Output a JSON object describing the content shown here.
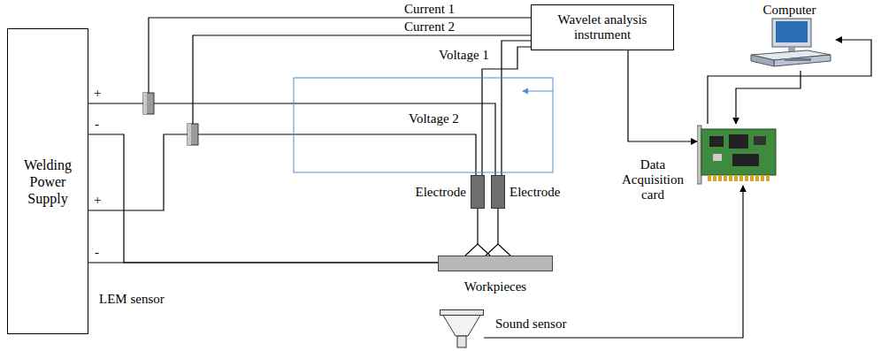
{
  "diagram": {
    "nodes": [
      {
        "text": [
          "Welding Power Supply"
        ]
      },
      {
        "text": [
          "Wavelet analysis instrument"
        ]
      },
      {
        "text": [
          "Computer"
        ]
      },
      {
        "text": [
          "Data Acquisition card"
        ]
      },
      {
        "text": [
          "Electrode"
        ]
      },
      {
        "text": [
          "Electrode"
        ]
      },
      {
        "text": [
          "Workpieces"
        ]
      },
      {
        "text": [
          "Sound sensor"
        ]
      }
    ],
    "edges": [
      {
        "from": 1,
        "to": 3,
        "arrow": "to"
      },
      {
        "from": 3,
        "to": 2,
        "arrow": "to"
      },
      {
        "from": 2,
        "to": 3,
        "arrow": "to"
      },
      {
        "from": 7,
        "to": 3,
        "arrow": "to"
      },
      {
        "from": 0,
        "to": 5,
        "arrow": "none"
      },
      {
        "from": 0,
        "to": 4,
        "arrow": "none"
      },
      {
        "from": 0,
        "to": 6,
        "arrow": "none"
      },
      {
        "from": 0,
        "to": 6,
        "arrow": "none"
      },
      {
        "from": 1,
        "to": 5,
        "label": "Voltage 1",
        "arrow": "none"
      },
      {
        "from": 1,
        "to": 4,
        "label": "Voltage 2",
        "arrow": "none"
      }
    ],
    "labels": [
      "Current 1",
      "Current 2",
      "+",
      "-",
      "+",
      "-",
      "LEM sensor"
    ]
  }
}
